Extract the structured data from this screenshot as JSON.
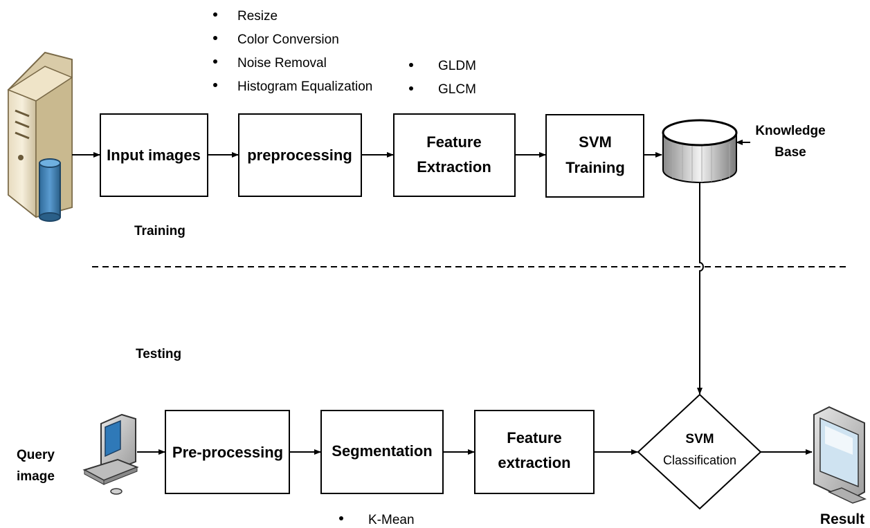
{
  "training": {
    "section_label": "Training",
    "preprocess_bullets": [
      "Resize",
      "Color Conversion",
      "Noise Removal",
      "Histogram Equalization"
    ],
    "feature_bullets": [
      "GLDM",
      "GLCM"
    ],
    "boxes": {
      "input": "Input images",
      "preprocessing": "preprocessing",
      "feature_line1": "Feature",
      "feature_line2": "Extraction",
      "svm_line1": "SVM",
      "svm_line2": "Training"
    },
    "knowledge_base_line1": "Knowledge",
    "knowledge_base_line2": "Base"
  },
  "testing": {
    "section_label": "Testing",
    "query_line1": "Query",
    "query_line2": "image",
    "boxes": {
      "preprocessing": "Pre-processing",
      "segmentation": "Segmentation",
      "feature_line1": "Feature",
      "feature_line2": "extraction"
    },
    "segmentation_bullet": "K-Mean",
    "classifier_line1": "SVM",
    "classifier_line2": "Classification",
    "result": "Result"
  }
}
